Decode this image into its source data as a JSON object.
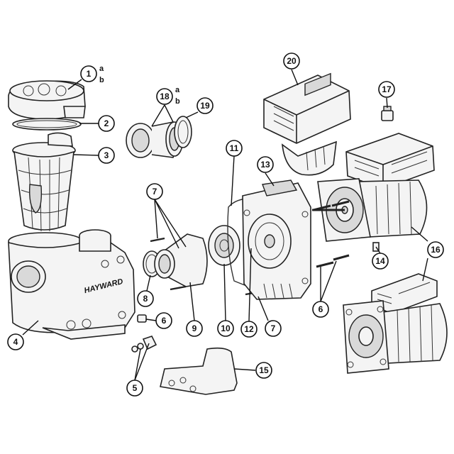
{
  "brand_text": "HAYWARD",
  "callouts": [
    {
      "id": "c1",
      "number": "1"
    },
    {
      "id": "c2",
      "number": "2"
    },
    {
      "id": "c3",
      "number": "3"
    },
    {
      "id": "c4",
      "number": "4"
    },
    {
      "id": "c5",
      "number": "5"
    },
    {
      "id": "c6a",
      "number": "6"
    },
    {
      "id": "c6b",
      "number": "6"
    },
    {
      "id": "c7a",
      "number": "7"
    },
    {
      "id": "c7b",
      "number": "7"
    },
    {
      "id": "c8",
      "number": "8"
    },
    {
      "id": "c9",
      "number": "9"
    },
    {
      "id": "c10",
      "number": "10"
    },
    {
      "id": "c11",
      "number": "11"
    },
    {
      "id": "c12",
      "number": "12"
    },
    {
      "id": "c13",
      "number": "13"
    },
    {
      "id": "c14",
      "number": "14"
    },
    {
      "id": "c15",
      "number": "15"
    },
    {
      "id": "c16",
      "number": "16"
    },
    {
      "id": "c17",
      "number": "17"
    },
    {
      "id": "c18",
      "number": "18"
    },
    {
      "id": "c19",
      "number": "19"
    },
    {
      "id": "c20",
      "number": "20"
    }
  ],
  "sub_labels": {
    "c1_a": "a",
    "c1_b": "b",
    "c18_a": "a",
    "c18_b": "b"
  }
}
